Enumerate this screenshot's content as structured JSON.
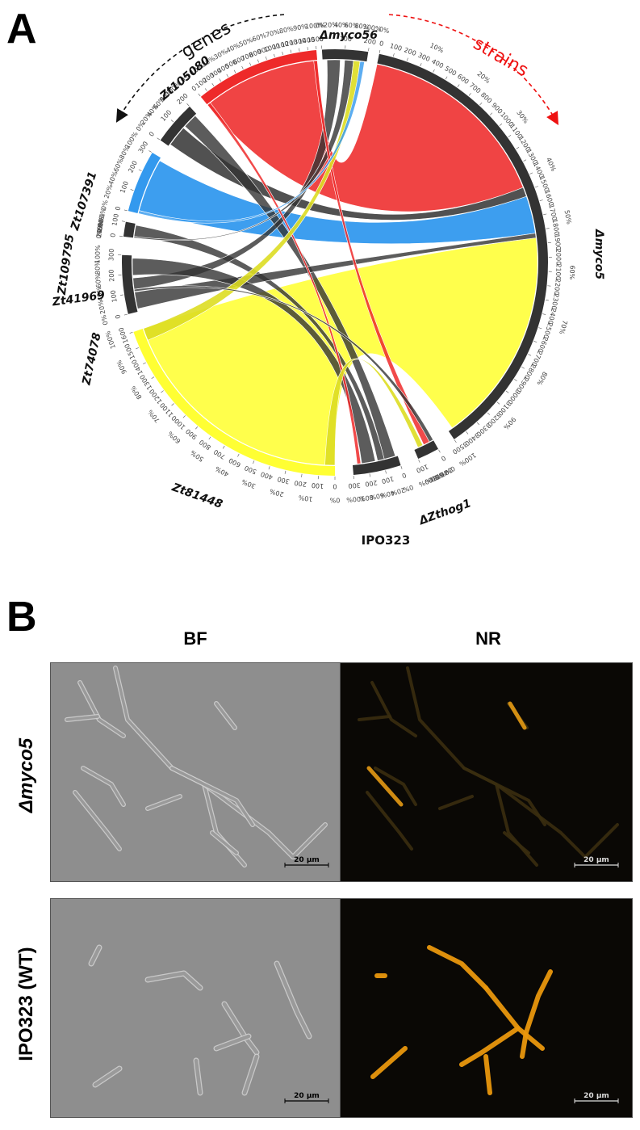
{
  "panel_a": {
    "letter": "A",
    "genes_label": "genes",
    "strains_label": "strains",
    "segments": [
      {
        "name": "Δmyco56",
        "kind": "strain",
        "color": "#333333",
        "ticks": [
          "0",
          "100",
          "200"
        ]
      },
      {
        "name": "Δmyco5",
        "kind": "strain",
        "color": "#333333",
        "ticks": [
          "0",
          "100",
          "200",
          "300",
          "400",
          "500",
          "600",
          "700",
          "800",
          "900",
          "1000",
          "1100",
          "1200",
          "1300",
          "1400",
          "1500",
          "1600",
          "1700",
          "1800",
          "1900",
          "2000",
          "2100",
          "2200",
          "2300",
          "2400",
          "2500",
          "2600",
          "2700",
          "2800",
          "2900",
          "3000",
          "3100",
          "3200",
          "3300",
          "3400",
          "3500"
        ]
      },
      {
        "name": "ΔZthog1",
        "kind": "strain",
        "color": "#333333",
        "ticks": [
          "0",
          "100"
        ]
      },
      {
        "name": "IPO323",
        "kind": "strain",
        "color": "#333333",
        "ticks": [
          "0",
          "100",
          "200",
          "300"
        ]
      },
      {
        "name": "Zt81448",
        "kind": "gene",
        "color": "#ffff33",
        "ticks": [
          "0",
          "100",
          "200",
          "300",
          "400",
          "500",
          "600",
          "700",
          "800",
          "900",
          "1000",
          "1100",
          "1200",
          "1300",
          "1400",
          "1500",
          "1600"
        ]
      },
      {
        "name": "Zt74078",
        "kind": "gene",
        "color": "#333333",
        "ticks": [
          "0",
          "100",
          "200",
          "300"
        ]
      },
      {
        "name": "Zt41969",
        "kind": "gene",
        "color": "#333333",
        "ticks": [
          "0",
          "100"
        ]
      },
      {
        "name": "Zt109795",
        "kind": "gene",
        "color": "#3399ee",
        "ticks": [
          "0",
          "100",
          "200",
          "300"
        ]
      },
      {
        "name": "Zt107391",
        "kind": "gene",
        "color": "#333333",
        "ticks": [
          "0",
          "100",
          "200"
        ]
      },
      {
        "name": "Zt105080",
        "kind": "gene",
        "color": "#ee2a2a",
        "ticks": [
          "0",
          "100",
          "200",
          "300",
          "400",
          "500",
          "600",
          "700",
          "800",
          "900",
          "1000",
          "1100",
          "1200",
          "1300",
          "1400",
          "1500"
        ]
      }
    ],
    "percent_ticks": [
      "0%",
      "10%",
      "20%",
      "30%",
      "40%",
      "50%",
      "60%",
      "70%",
      "80%",
      "90%",
      "100%"
    ]
  },
  "panel_b": {
    "letter": "B",
    "columns": [
      "BF",
      "NR"
    ],
    "rows": [
      "Δmyco5",
      "IPO323 (WT)"
    ],
    "scale_bar": "20 µm"
  }
}
